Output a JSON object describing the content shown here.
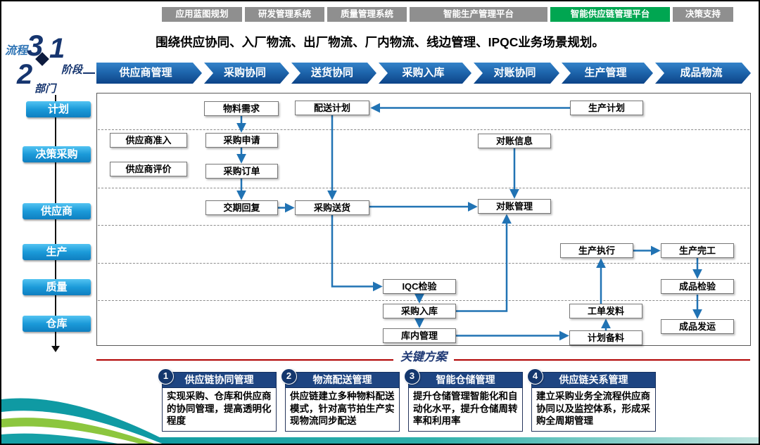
{
  "header": {
    "title": "围绕供应协同、入厂物流、出厂物流、厂内物流、线边管理、IPQC业务场景规划。"
  },
  "tabs": [
    {
      "label": "应用蓝图规划",
      "active": false
    },
    {
      "label": "研发管理系统",
      "active": false
    },
    {
      "label": "质量管理系统",
      "active": false
    },
    {
      "label": "智能生产管理平台",
      "active": false
    },
    {
      "label": "智能供应链管理平台",
      "active": true
    },
    {
      "label": "决策支持",
      "active": false
    }
  ],
  "side": {
    "process_label": "流程",
    "stage_label": "阶段",
    "dept_label": "部门",
    "num_top": "3",
    "num_mid": "1",
    "num_bottom": "2"
  },
  "stages": [
    "供应商管理",
    "采购协同",
    "送货协同",
    "采购入库",
    "对账协同",
    "生产管理",
    "成品物流"
  ],
  "departments": [
    "计划",
    "决策采购",
    "供应商",
    "生产",
    "质量",
    "仓库"
  ],
  "flow_boxes": {
    "material_demand": "物料需求",
    "delivery_plan": "配送计划",
    "production_plan": "生产计划",
    "supplier_admission": "供应商准入",
    "purchase_request": "采购申请",
    "reconciliation_info": "对账信息",
    "supplier_evaluation": "供应商评价",
    "purchase_order": "采购订单",
    "delivery_reply": "交期回复",
    "purchase_delivery": "采购送货",
    "reconciliation_mgmt": "对账管理",
    "production_exec": "生产执行",
    "production_done": "生产完工",
    "iqc_inspection": "IQC检验",
    "finished_inspection": "成品检验",
    "purchase_receipt": "采购入库",
    "work_order_issue": "工单发料",
    "warehouse_mgmt": "库内管理",
    "plan_material": "计划备料",
    "finished_shipment": "成品发运"
  },
  "key_solutions_label": "关键方案",
  "solutions": [
    {
      "num": "1",
      "title": "供应链协同管理",
      "body": "实现采购、仓库和供应商的协同管理，提高透明化程度"
    },
    {
      "num": "2",
      "title": "物流配送管理",
      "body": "供应链建立多种物料配送模式，针对高节拍生产实现物流同步配送"
    },
    {
      "num": "3",
      "title": "智能仓储管理",
      "body": "提升仓储管理智能化和自动化水平，提升仓储周转率和利用率"
    },
    {
      "num": "4",
      "title": "供应链关系管理",
      "body": "建立采购业务全流程供应商协同以及监控体系，形成采购全周期管理"
    }
  ],
  "colors": {
    "active_tab": "#00a651",
    "tab_gray": "#8f8f8f",
    "stage_blue_dark": "#0d4488",
    "dept_blue": "#1b9ad9",
    "arrow_blue": "#2173b4",
    "accent_red": "#b00000",
    "solution_header_navy": "#1e4582",
    "footer_teal": "#0f9aa3",
    "footer_green": "#8cc63e"
  }
}
